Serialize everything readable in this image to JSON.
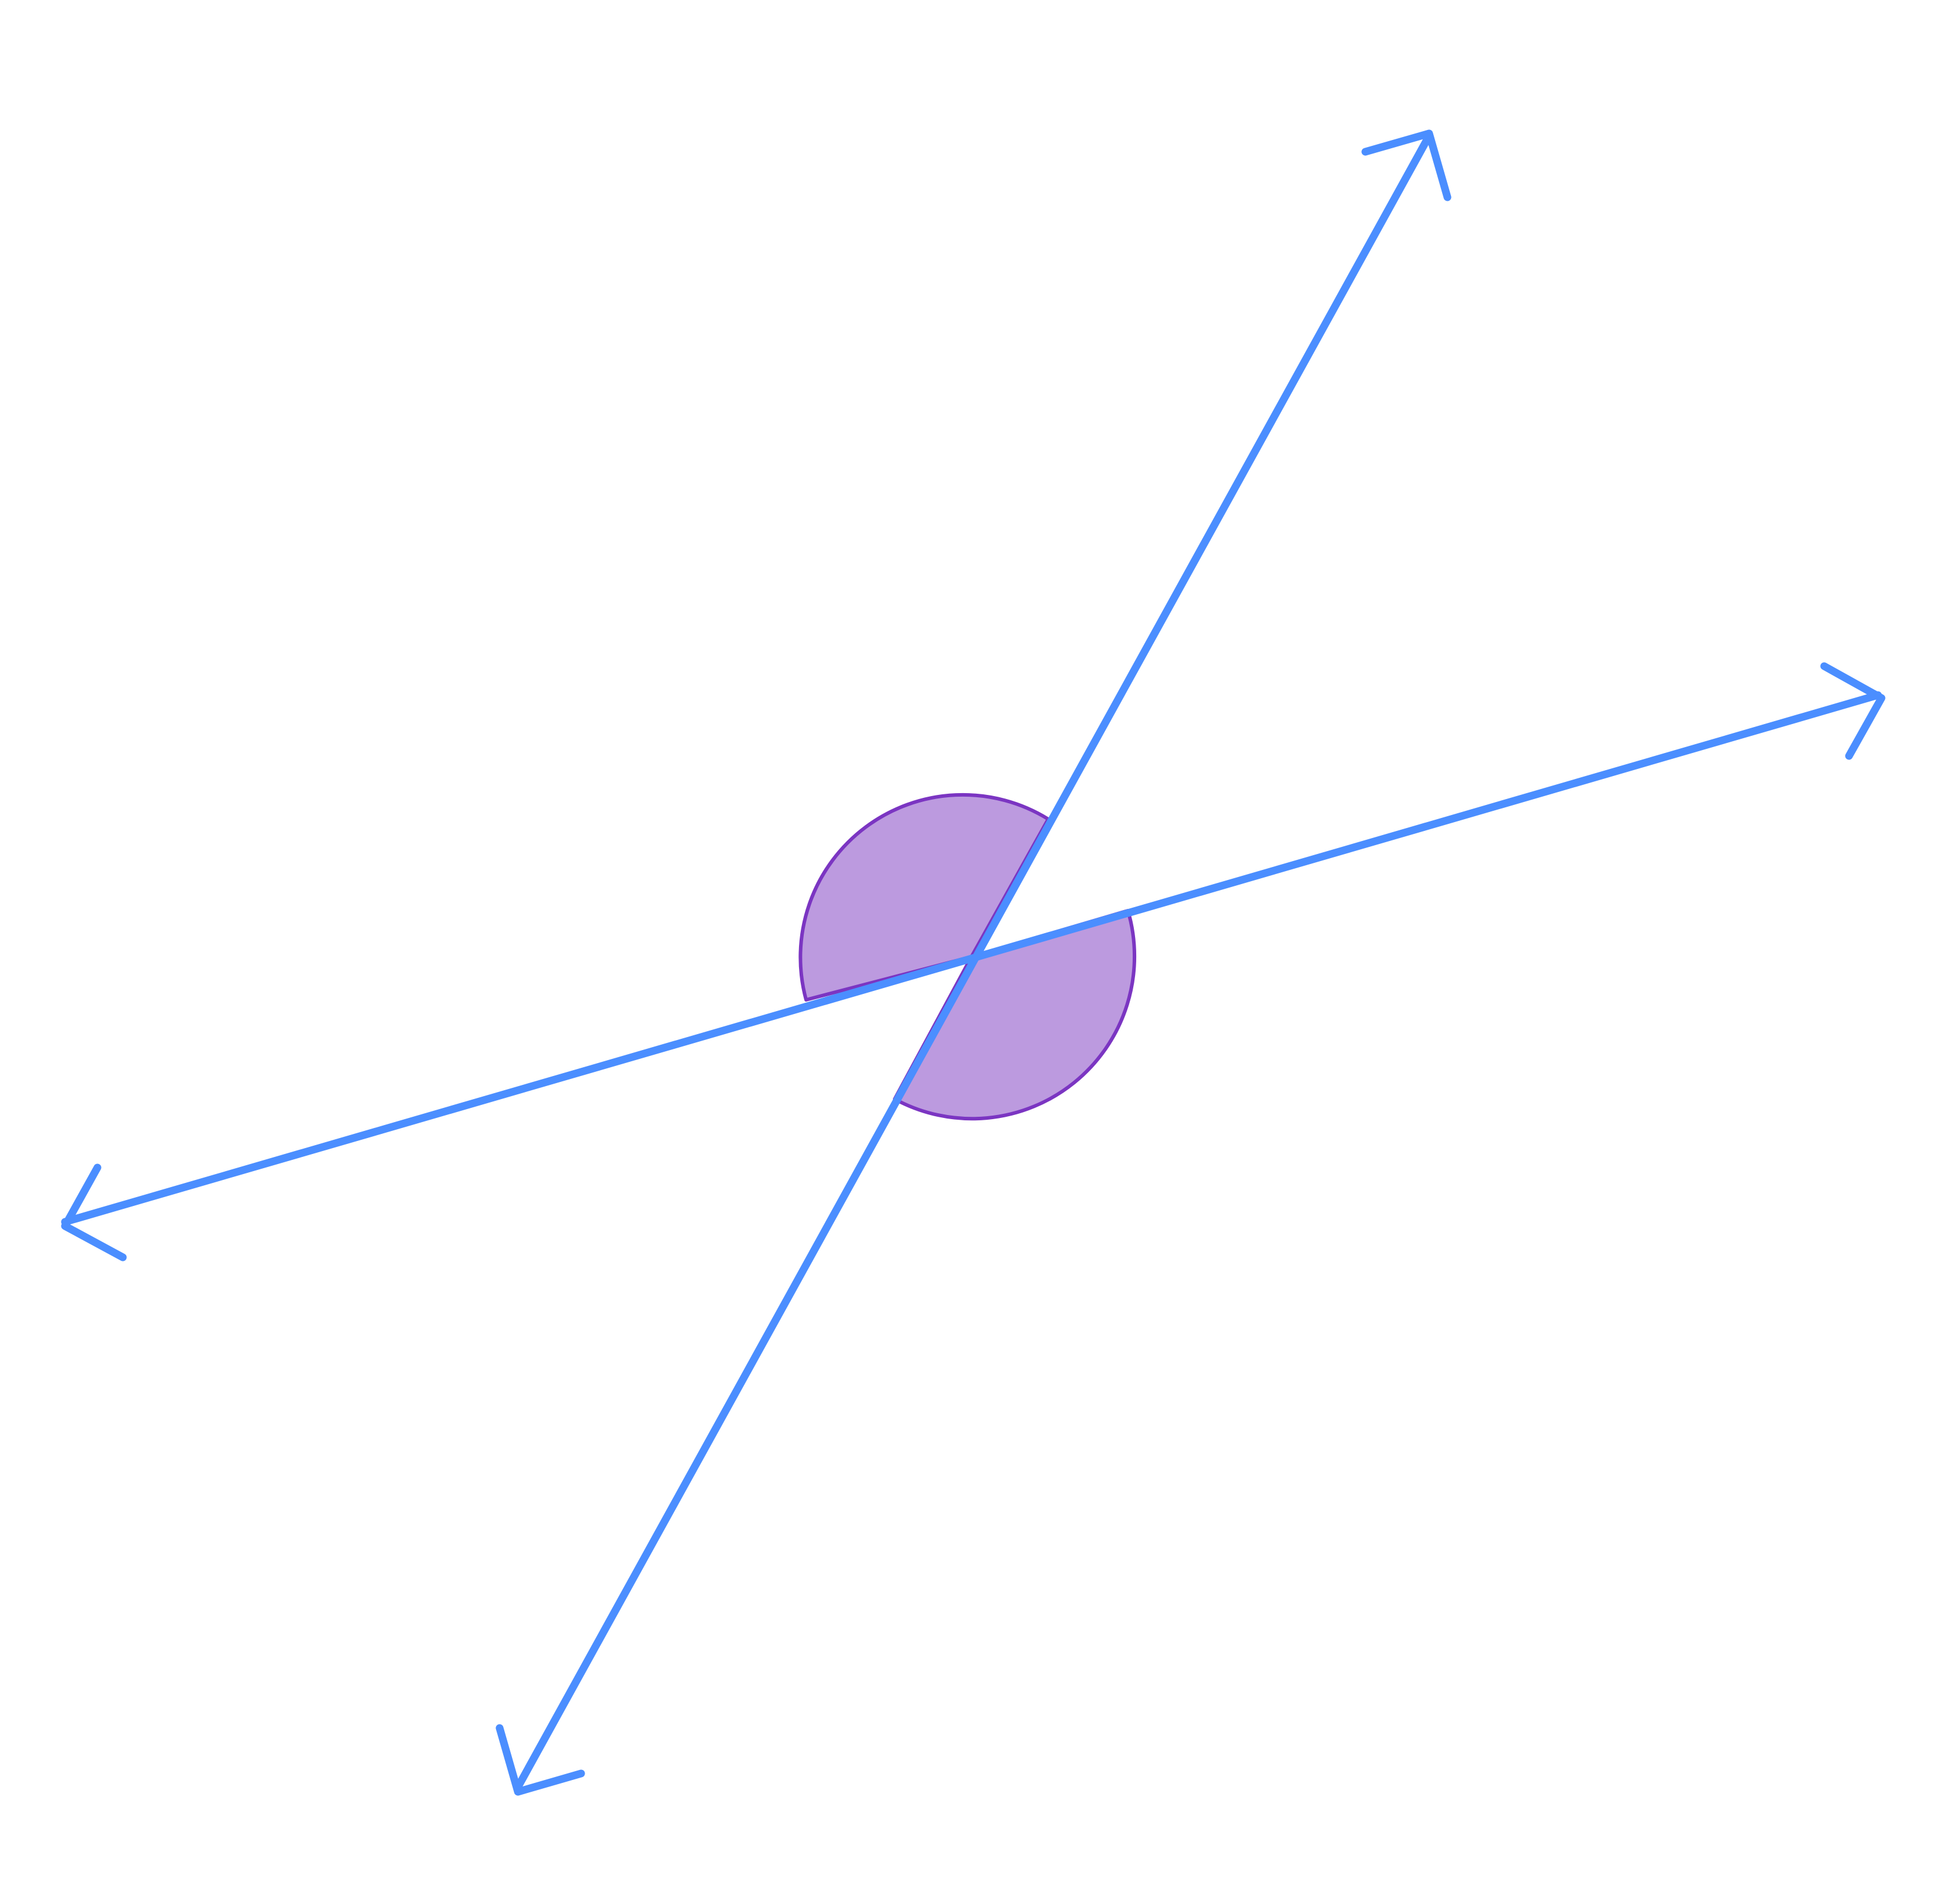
{
  "diagram": {
    "description_visible_text": "",
    "line_color": "#4b8eff",
    "angle_fill_color": "#bc9adf",
    "angle_stroke_color": "#7b35c2",
    "background_color": "#ffffff",
    "elements": {
      "line_1": {
        "kind": "line",
        "arrowheads": "both",
        "orientation": "shallow"
      },
      "line_2": {
        "kind": "line",
        "arrowheads": "both",
        "orientation": "steep"
      },
      "vertical_angles": {
        "kind": "angle-marks",
        "count": 2,
        "style": "filled-sectors"
      }
    }
  }
}
